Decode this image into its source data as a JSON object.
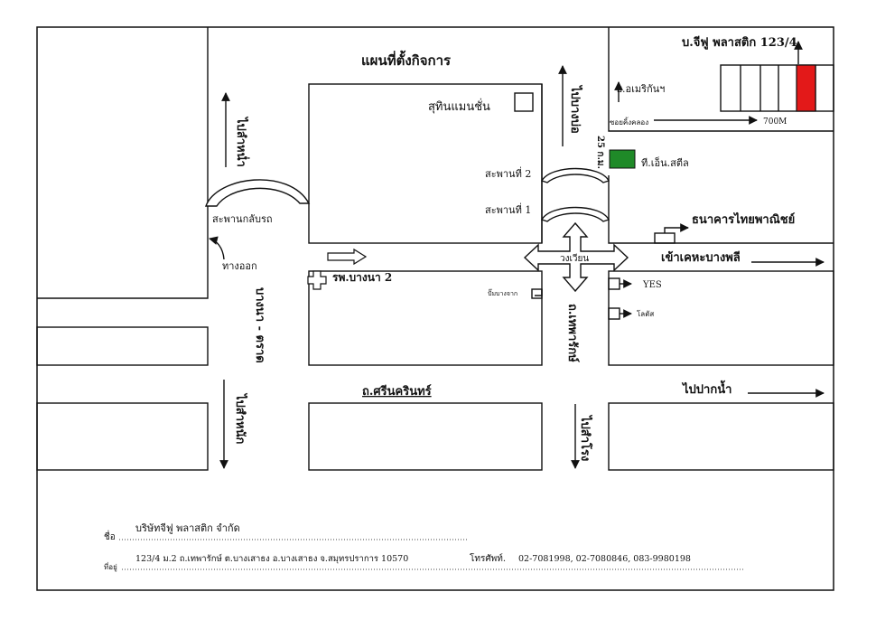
{
  "map": {
    "title": "แผนที่ตั้งกิจการ",
    "company_label": "บ.จีฟู พลาสติก 123/4",
    "roads": {
      "srinakarin": "ถ.ศรีนครินทร์",
      "bangna_trat": "บางนา - ตราด",
      "thepharak": "ถ.เทพารักษ์",
      "soi_king_kaeo": "ซอยคิ้งคลอง",
      "km25": "25 ก.ม."
    },
    "directions": {
      "to_lumlukka_north": "ไปลำหน่ำ",
      "to_bang_bo": "ไปบางบ่อ",
      "to_bangkok": "ไปสำหนัก",
      "to_samrong": "ไปสำโรง",
      "to_bang_phli": "เข้าเคหะบางพลี",
      "to_paknam": "ไปปากน้ำ",
      "distance_700m": "700M"
    },
    "landmarks": {
      "sutin_mansion": "สุทินแมนชั่น",
      "bridge_2": "สะพานที่ 2",
      "bridge_1": "สะพานที่ 1",
      "u_turn_bridge": "สะพานกลับรถ",
      "exit": "ทางออก",
      "bangna_hospital": "รพ.บางนา 2",
      "pump": "ปั๊มบางจาก",
      "roundabout": "วงเวียน",
      "t_n_steel": "ที.เอ็น.สตีล",
      "scb_bank": "ธนาคารไทยพาณิชย์",
      "yes": "YES",
      "lotus": "โลตัส",
      "american": "บ.อเมริกันฯ"
    },
    "colors": {
      "company_marker": "#e31919",
      "tn_steel_marker": "#1f8a28"
    }
  },
  "footer": {
    "name_label": "ชื่อ",
    "name_value": "บริษัทจีฟู พลาสติก จำกัด",
    "address_label": "ที่อยู่",
    "address_value": "123/4 ม.2 ถ.เทพารักษ์ ต.บางเสาธง อ.บางเสาธง จ.สมุทรปราการ 10570",
    "phone_label": "โทรศัพท์.",
    "phone_value": "02-7081998, 02-7080846, 083-9980198"
  }
}
